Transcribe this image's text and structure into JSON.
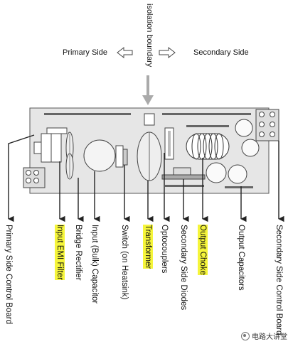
{
  "header": {
    "isolation_label": "isolation boundary",
    "primary_label": "Primary Side",
    "secondary_label": "Secondary Side"
  },
  "components": [
    {
      "label": "Primary Side Control Board",
      "highlight": false
    },
    {
      "label": "Input EMI Filter",
      "highlight": true
    },
    {
      "label": "Bridge Rectifier",
      "highlight": false
    },
    {
      "label": "Input (Bulk) Capacitor",
      "highlight": false
    },
    {
      "label": "Switch (on Heatsink)",
      "highlight": false
    },
    {
      "label": "Transformer",
      "highlight": true
    },
    {
      "label": "Optocouplers",
      "highlight": false
    },
    {
      "label": "Secondary Side Diodes",
      "highlight": false
    },
    {
      "label": "Output Choke",
      "highlight": true
    },
    {
      "label": "Output Capacitors",
      "highlight": false
    },
    {
      "label": "Secondary Side Control Board",
      "highlight": false
    }
  ],
  "colors": {
    "board_fill": "#e6e6e6",
    "highlight": "#f5f53a",
    "arrow": "#222222",
    "boundary_arrow": "#aaaaaa"
  },
  "watermark": {
    "text": "电路大讲堂",
    "icon": "wechat-logo-icon"
  }
}
